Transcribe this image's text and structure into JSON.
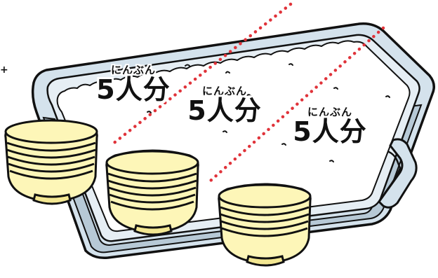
{
  "portions": [
    {
      "ruby": "にんぶん",
      "count": "5",
      "unit": "人分"
    },
    {
      "ruby": "にんぶん",
      "count": "5",
      "unit": "人分"
    },
    {
      "ruby": "にんぶん",
      "count": "5",
      "unit": "人分"
    }
  ],
  "edge_mark": "+",
  "colors": {
    "tray": "#d4e2ec",
    "tray_shade": "#b7c9d6",
    "rice": "#ffffff",
    "bowl": "#fdf6b8",
    "bowl_shade": "#f3e792",
    "divider": "#e0333a",
    "outline": "#111111"
  },
  "icons": [
    "rice-tray-icon",
    "rice-bowl-stack-icon",
    "tray-handle-icon"
  ]
}
